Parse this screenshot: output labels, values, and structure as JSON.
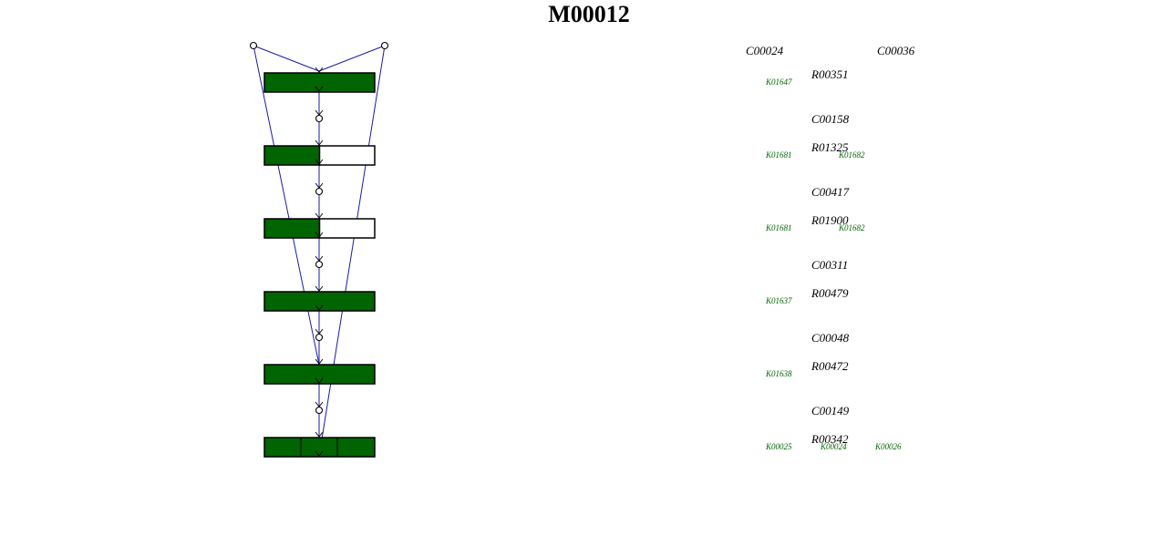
{
  "module_title": "M00012",
  "colors": {
    "present": "#006400",
    "absent": "#ffffff",
    "edge": "#1a1aa6",
    "ko_text": "#006400"
  },
  "top_compounds": [
    "C00024",
    "C00036"
  ],
  "steps": [
    {
      "compound": null,
      "reaction": "R00351",
      "boxes": [
        {
          "state": "present"
        }
      ],
      "orthologs": [
        "K01647"
      ]
    },
    {
      "compound": "C00158",
      "reaction": "R01325",
      "boxes": [
        {
          "state": "present"
        },
        {
          "state": "absent"
        }
      ],
      "orthologs": [
        "K01681",
        "K01682"
      ]
    },
    {
      "compound": "C00417",
      "reaction": "R01900",
      "boxes": [
        {
          "state": "present"
        },
        {
          "state": "absent"
        }
      ],
      "orthologs": [
        "K01681",
        "K01682"
      ]
    },
    {
      "compound": "C00311",
      "reaction": "R00479",
      "boxes": [
        {
          "state": "present"
        }
      ],
      "orthologs": [
        "K01637"
      ]
    },
    {
      "compound": "C00048",
      "reaction": "R00472",
      "boxes": [
        {
          "state": "present"
        }
      ],
      "orthologs": [
        "K01638"
      ]
    },
    {
      "compound": "C00149",
      "reaction": "R00342",
      "boxes": [
        {
          "state": "present"
        },
        {
          "state": "present"
        },
        {
          "state": "present"
        }
      ],
      "orthologs": [
        "K00025",
        "K00024",
        "K00026"
      ]
    }
  ]
}
